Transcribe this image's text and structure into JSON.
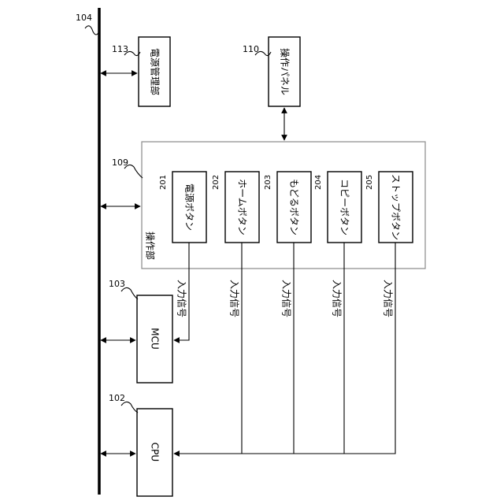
{
  "refs": {
    "bus": "104",
    "power_mgmt": "113",
    "panel": "110",
    "operation_unit": "109",
    "mcu": "103",
    "cpu": "102",
    "power_button": "201",
    "home_button": "202",
    "back_button": "203",
    "copy_button": "204",
    "stop_button": "205"
  },
  "blocks": {
    "power_mgmt": "電源管理部",
    "panel": "操作パネル",
    "operation_unit": "操作部",
    "mcu": "MCU",
    "cpu": "CPU",
    "power_button": "電源ボタン",
    "home_button": "ホームボタン",
    "back_button": "もどるボタン",
    "copy_button": "コピーボタン",
    "stop_button": "ストップボタン"
  },
  "signals": {
    "power": "入力信号",
    "home": "入力信号",
    "back": "入力信号",
    "copy": "入力信号",
    "stop": "入力信号"
  }
}
